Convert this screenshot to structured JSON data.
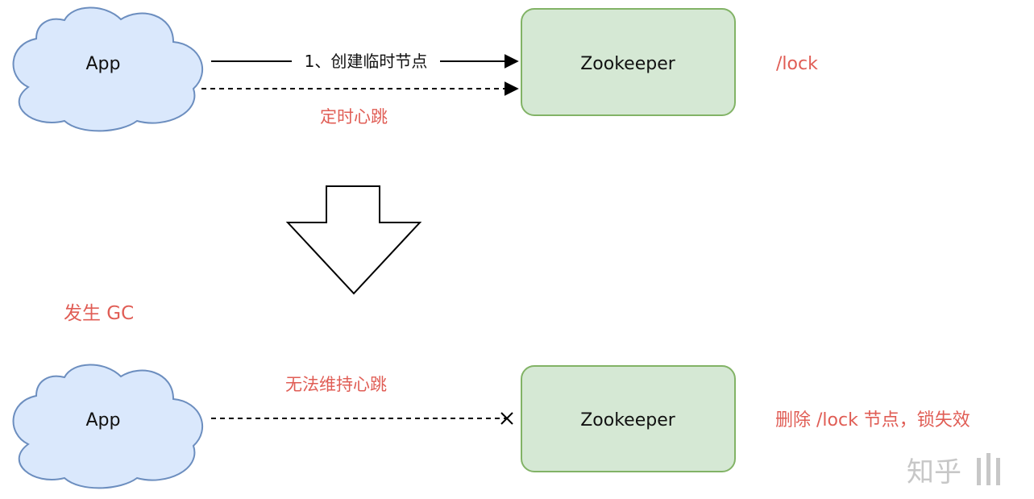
{
  "top": {
    "app_label": "App",
    "zk_label": "Zookeeper",
    "create_edge_label": "1、创建临时节点",
    "heartbeat_label": "定时心跳",
    "path_label": "/lock"
  },
  "gc_label": "发生 GC",
  "bottom": {
    "app_label": "App",
    "zk_label": "Zookeeper",
    "fail_label": "无法维持心跳",
    "result_label": "删除 /lock 节点，锁失效"
  },
  "watermark": "知乎",
  "colors": {
    "cloud_fill": "#dae8fc",
    "cloud_stroke": "#6c8ebf",
    "zk_fill": "#d5e8d4",
    "zk_stroke": "#82b366",
    "annotation": "#e05d55"
  }
}
